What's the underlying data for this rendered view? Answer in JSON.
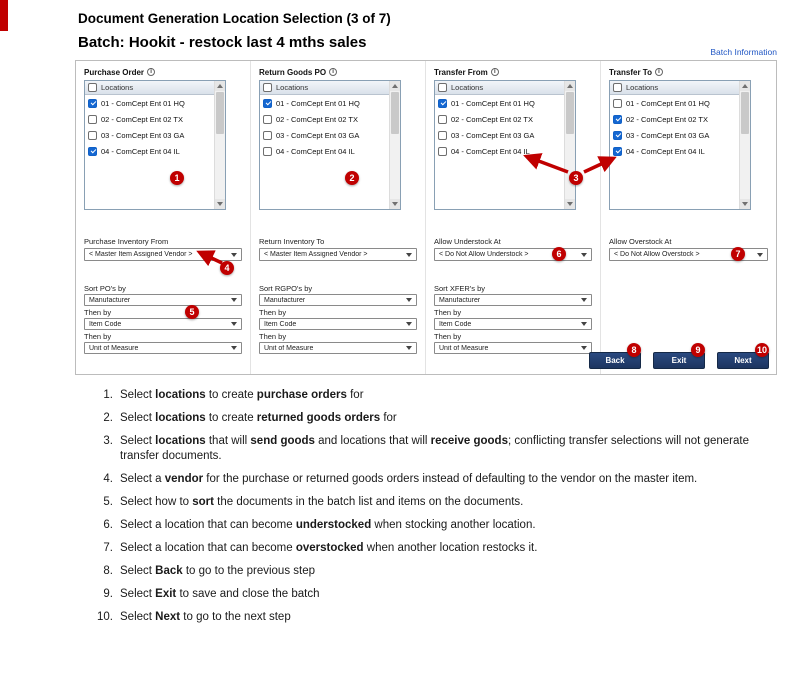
{
  "header": {
    "title": "Document Generation Location Selection (3 of 7)",
    "batch": "Batch: Hookit - restock last 4 mths sales",
    "batch_info_link": "Batch Information"
  },
  "panels": [
    {
      "title": "Purchase Order",
      "list_header": "Locations",
      "locations": [
        {
          "label": "01 - ComCept Ent 01 HQ",
          "checked": true
        },
        {
          "label": "02 - ComCept Ent 02 TX",
          "checked": false
        },
        {
          "label": "03 - ComCept Ent 03 GA",
          "checked": false
        },
        {
          "label": "04 - ComCept Ent 04 IL",
          "checked": true
        }
      ],
      "select_label": "Purchase Inventory From",
      "select_value": "< Master Item Assigned Vendor >",
      "sort": {
        "label": "Sort PO's by",
        "then_label": "Then by",
        "values": [
          "Manufacturer",
          "Item Code",
          "Unit of Measure"
        ]
      }
    },
    {
      "title": "Return Goods PO",
      "list_header": "Locations",
      "locations": [
        {
          "label": "01 - ComCept Ent 01 HQ",
          "checked": true
        },
        {
          "label": "02 - ComCept Ent 02 TX",
          "checked": false
        },
        {
          "label": "03 - ComCept Ent 03 GA",
          "checked": false
        },
        {
          "label": "04 - ComCept Ent 04 IL",
          "checked": false
        }
      ],
      "select_label": "Return Inventory To",
      "select_value": "< Master Item Assigned Vendor >",
      "sort": {
        "label": "Sort RGPO's by",
        "then_label": "Then by",
        "values": [
          "Manufacturer",
          "Item Code",
          "Unit of Measure"
        ]
      }
    },
    {
      "title": "Transfer From",
      "list_header": "Locations",
      "locations": [
        {
          "label": "01 - ComCept Ent 01 HQ",
          "checked": true
        },
        {
          "label": "02 - ComCept Ent 02 TX",
          "checked": false
        },
        {
          "label": "03 - ComCept Ent 03 GA",
          "checked": false
        },
        {
          "label": "04 - ComCept Ent 04 IL",
          "checked": false
        }
      ],
      "select_label": "Allow Understock At",
      "select_value": "< Do Not Allow Understock >",
      "sort": {
        "label": "Sort XFER's by",
        "then_label": "Then by",
        "values": [
          "Manufacturer",
          "Item Code",
          "Unit of Measure"
        ]
      }
    },
    {
      "title": "Transfer To",
      "list_header": "Locations",
      "locations": [
        {
          "label": "01 - ComCept Ent 01 HQ",
          "checked": false
        },
        {
          "label": "02 - ComCept Ent 02 TX",
          "checked": true
        },
        {
          "label": "03 - ComCept Ent 03 GA",
          "checked": true
        },
        {
          "label": "04 - ComCept Ent 04 IL",
          "checked": true
        }
      ],
      "select_label": "Allow Overstock At",
      "select_value": "< Do Not Allow Overstock >",
      "sort": null
    }
  ],
  "buttons": {
    "back": "Back",
    "exit": "Exit",
    "next": "Next"
  },
  "callouts": [
    "1",
    "2",
    "3",
    "4",
    "5",
    "6",
    "7",
    "8",
    "9",
    "10"
  ],
  "instructions": [
    {
      "num": "1.",
      "segments": [
        {
          "t": "Select ",
          "b": false
        },
        {
          "t": "locations",
          "b": true
        },
        {
          "t": " to create ",
          "b": false
        },
        {
          "t": "purchase orders",
          "b": true
        },
        {
          "t": " for",
          "b": false
        }
      ]
    },
    {
      "num": "2.",
      "segments": [
        {
          "t": "Select ",
          "b": false
        },
        {
          "t": "locations",
          "b": true
        },
        {
          "t": " to create ",
          "b": false
        },
        {
          "t": "returned goods orders",
          "b": true
        },
        {
          "t": " for",
          "b": false
        }
      ]
    },
    {
      "num": "3.",
      "segments": [
        {
          "t": "Select ",
          "b": false
        },
        {
          "t": "locations",
          "b": true
        },
        {
          "t": " that will ",
          "b": false
        },
        {
          "t": "send goods",
          "b": true
        },
        {
          "t": " and locations that will ",
          "b": false
        },
        {
          "t": "receive goods",
          "b": true
        },
        {
          "t": "; conflicting transfer selections will not generate transfer documents.",
          "b": false
        }
      ]
    },
    {
      "num": "4.",
      "segments": [
        {
          "t": "Select a ",
          "b": false
        },
        {
          "t": "vendor",
          "b": true
        },
        {
          "t": " for the purchase or returned goods orders instead of defaulting to the vendor on the master item.",
          "b": false
        }
      ]
    },
    {
      "num": "5.",
      "segments": [
        {
          "t": "Select how to ",
          "b": false
        },
        {
          "t": "sort",
          "b": true
        },
        {
          "t": " the documents in the batch list and items on the documents.",
          "b": false
        }
      ]
    },
    {
      "num": "6.",
      "segments": [
        {
          "t": "Select a location that can become ",
          "b": false
        },
        {
          "t": "understocked",
          "b": true
        },
        {
          "t": " when stocking another location.",
          "b": false
        }
      ]
    },
    {
      "num": "7.",
      "segments": [
        {
          "t": "Select a location that can become ",
          "b": false
        },
        {
          "t": "overstocked",
          "b": true
        },
        {
          "t": " when another location restocks it.",
          "b": false
        }
      ]
    },
    {
      "num": "8.",
      "segments": [
        {
          "t": "Select ",
          "b": false
        },
        {
          "t": "Back",
          "b": true
        },
        {
          "t": " to go to the previous step",
          "b": false
        }
      ]
    },
    {
      "num": "9.",
      "segments": [
        {
          "t": "Select ",
          "b": false
        },
        {
          "t": "Exit",
          "b": true
        },
        {
          "t": " to save and close the batch",
          "b": false
        }
      ]
    },
    {
      "num": "10.",
      "segments": [
        {
          "t": "Select ",
          "b": false
        },
        {
          "t": "Next",
          "b": true
        },
        {
          "t": " to go to the next step",
          "b": false
        }
      ]
    }
  ],
  "colors": {
    "accent_red": "#c00000",
    "button_navy": "#1f3864",
    "checkbox_blue": "#1467d2",
    "link_blue": "#2157c4"
  }
}
